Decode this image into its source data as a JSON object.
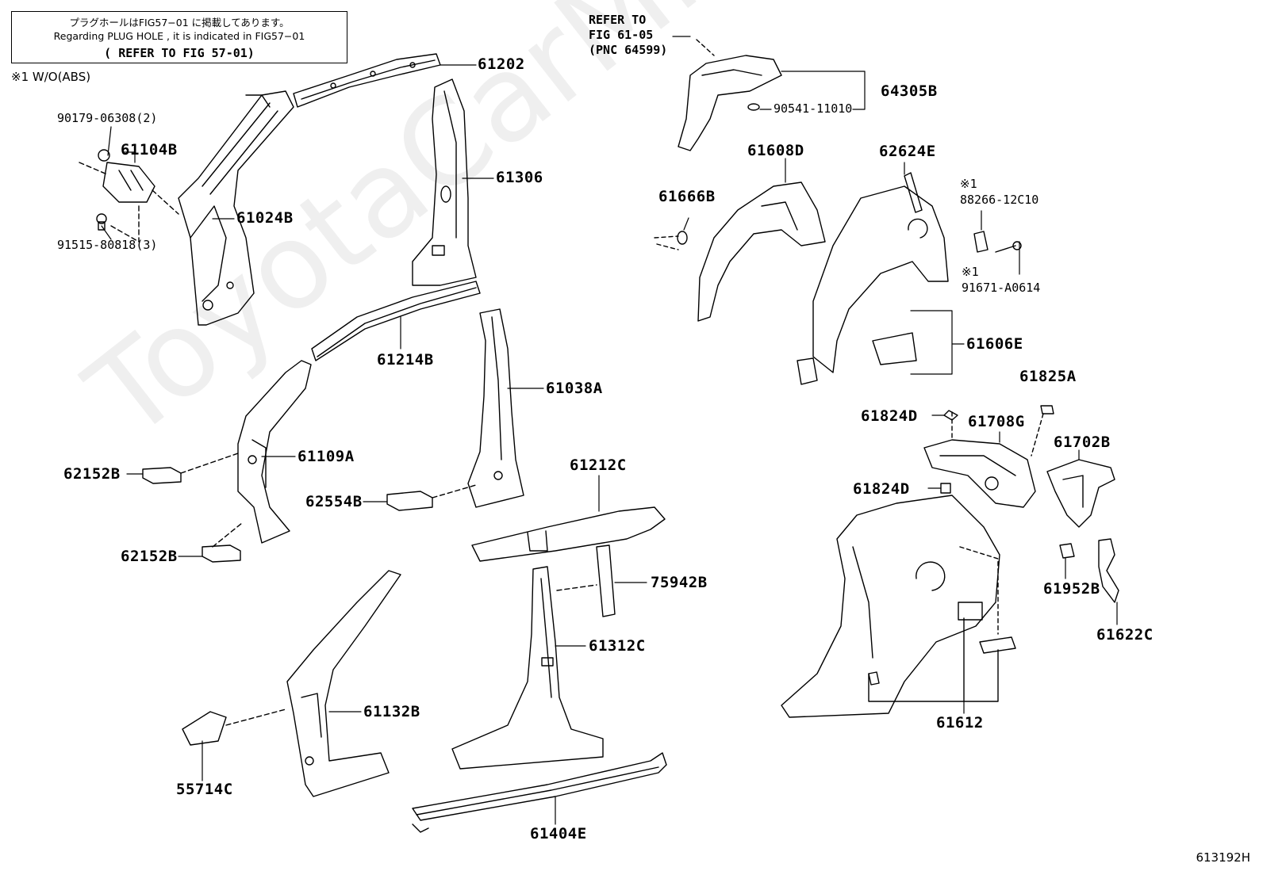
{
  "note": {
    "line1": "プラグホールはFIG57−01 に掲載してあります。",
    "line2": "Regarding PLUG HOLE , it is indicated in FIG57−01",
    "line3": "( REFER TO FIG 57-01)"
  },
  "abs_note": "※1 W/O(ABS)",
  "refer_note": [
    "REFER TO",
    "FIG 61-05",
    "(PNC 64599)"
  ],
  "labels": {
    "p61202": "61202",
    "p61306": "61306",
    "p61024B": "61024B",
    "p61104B": "61104B",
    "p90179": "90179-06308(2)",
    "p91515": "91515-80818(3)",
    "p61214B": "61214B",
    "p61038A": "61038A",
    "p61109A": "61109A",
    "p62152B_1": "62152B",
    "p62152B_2": "62152B",
    "p62554B": "62554B",
    "p61212C": "61212C",
    "p75942B": "75942B",
    "p61312C": "61312C",
    "p61132B": "61132B",
    "p55714C": "55714C",
    "p61404E": "61404E",
    "p64305B": "64305B",
    "p90541": "90541-11010",
    "p61608D": "61608D",
    "p62624E": "62624E",
    "p61666B": "61666B",
    "p88266": "88266-12C10",
    "p91671": "91671-A0614",
    "mark1a": "※1",
    "mark1b": "※1",
    "p61606E": "61606E",
    "p61825A": "61825A",
    "p61824D_1": "61824D",
    "p61824D_2": "61824D",
    "p61708G": "61708G",
    "p61702B": "61702B",
    "p61952B": "61952B",
    "p61622C": "61622C",
    "p61612": "61612"
  },
  "figure_code": "613192H",
  "watermark": "ToyotaCarMine.ru"
}
